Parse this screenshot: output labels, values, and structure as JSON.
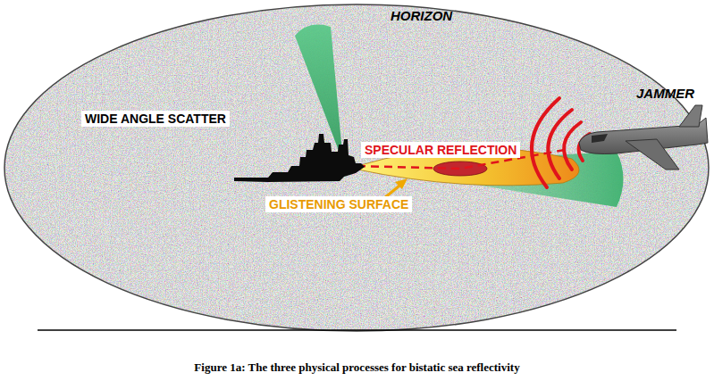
{
  "diagram": {
    "caption": "Figure 1a: The three physical processes for bistatic sea reflectivity",
    "labels": [
      "HORIZON",
      "JAMMER",
      "WIDE ANGLE SCATTER",
      "SPECULAR REFLECTION",
      "GLISTENING SURFACE"
    ]
  }
}
